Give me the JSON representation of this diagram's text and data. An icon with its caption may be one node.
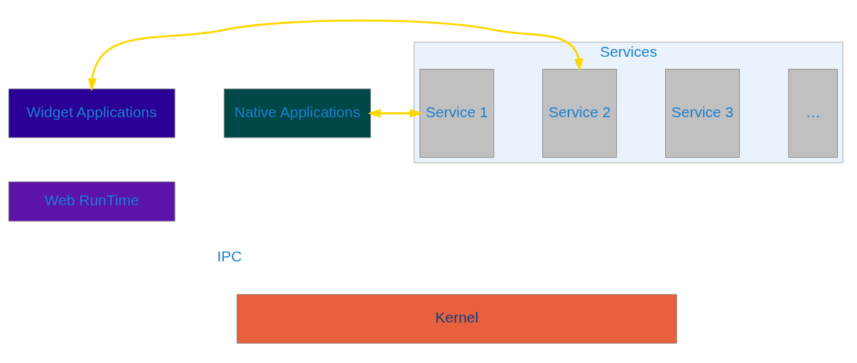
{
  "diagram": {
    "nodes": [
      {
        "text": [
          "Widget Applications"
        ]
      },
      {
        "text": [
          "Web RunTime"
        ]
      },
      {
        "text": [
          "Native Applications"
        ]
      },
      {
        "text": [
          "Services"
        ]
      },
      {
        "text": [
          "Service 1"
        ],
        "in": 3
      },
      {
        "text": [
          "Service 2"
        ],
        "in": 3
      },
      {
        "text": [
          "Service 3"
        ],
        "in": 3
      },
      {
        "text": [
          "…"
        ],
        "in": 3
      },
      {
        "text": [
          "Kernel"
        ]
      }
    ],
    "edges": [
      {
        "from": 0,
        "to": 5,
        "arrow": "both"
      },
      {
        "from": 2,
        "to": 4,
        "arrow": "both"
      }
    ],
    "labels": [
      "IPC"
    ]
  }
}
